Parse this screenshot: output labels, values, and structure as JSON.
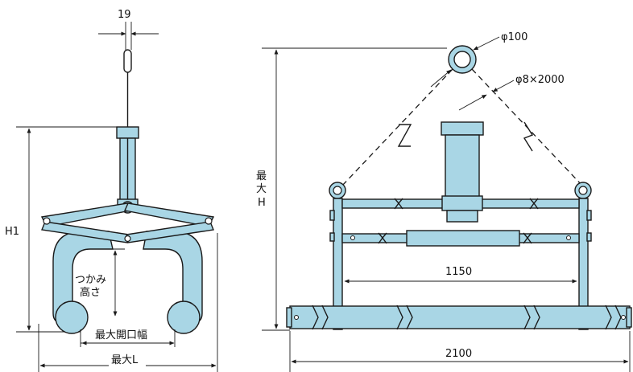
{
  "colors": {
    "part_fill": "#a9d6e5",
    "line": "#1a1a1a",
    "background": "#ffffff"
  },
  "left_view": {
    "dim_top": "19",
    "dim_height": "H1",
    "grip_height_line1": "つかみ",
    "grip_height_line2": "高さ",
    "max_opening": "最大開口幅",
    "max_length": "最大L"
  },
  "right_view": {
    "ring_dia": "φ100",
    "sling": "φ8×2000",
    "max_height_line1": "最",
    "max_height_line2": "大",
    "max_height_line3": "H",
    "inner_span": "1150",
    "total_length": "2100"
  }
}
